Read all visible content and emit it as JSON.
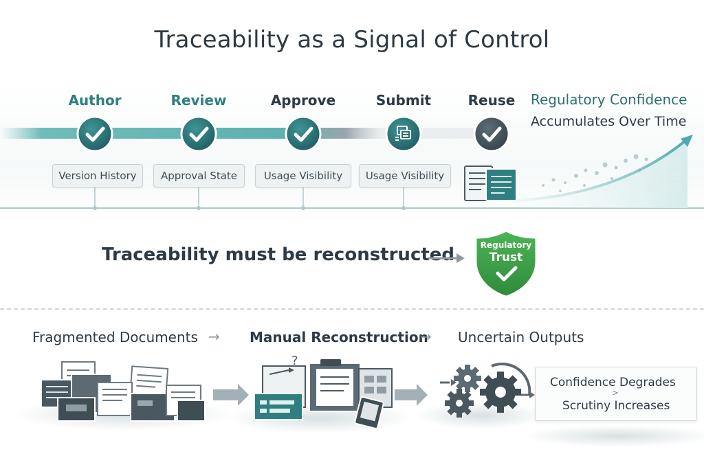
{
  "title": "Traceability as a Signal of Control",
  "stages": [
    {
      "label": "Author",
      "chip": "Version History",
      "color": "#2f6f72",
      "icon": "check-icon"
    },
    {
      "label": "Review",
      "chip": "Approval State",
      "color": "#2f7f80",
      "icon": "check-icon"
    },
    {
      "label": "Approve",
      "chip": "Usage Visibility",
      "color": "#2d3a45",
      "icon": "check-icon"
    },
    {
      "label": "Submit",
      "chip": "Usage Visibility",
      "color": "#2d3a45",
      "icon": "stacked-documents-icon"
    },
    {
      "label": "Reuse",
      "chip": "",
      "color": "#2d3a45",
      "icon": "check-icon"
    }
  ],
  "confidence": {
    "line1": "Regulatory Confidence",
    "line2": "Accumulates Over Time"
  },
  "reconstruct": {
    "text": "Traceability must be reconstructed",
    "badge_line1": "Regulatory",
    "badge_line2": "Trust"
  },
  "flow": {
    "step1": "Fragmented Documents",
    "step2": "Manual Reconstruction",
    "step3": "Uncertain Outputs",
    "arrow": "→"
  },
  "outcome": {
    "line1": "Confidence Degrades",
    "line2": "Scrutiny Increases",
    "caret": ">"
  },
  "colors": {
    "teal": "#2f7f80",
    "dark_teal": "#2a5f63",
    "slate": "#4a5a63",
    "green": "#3fa54a"
  }
}
